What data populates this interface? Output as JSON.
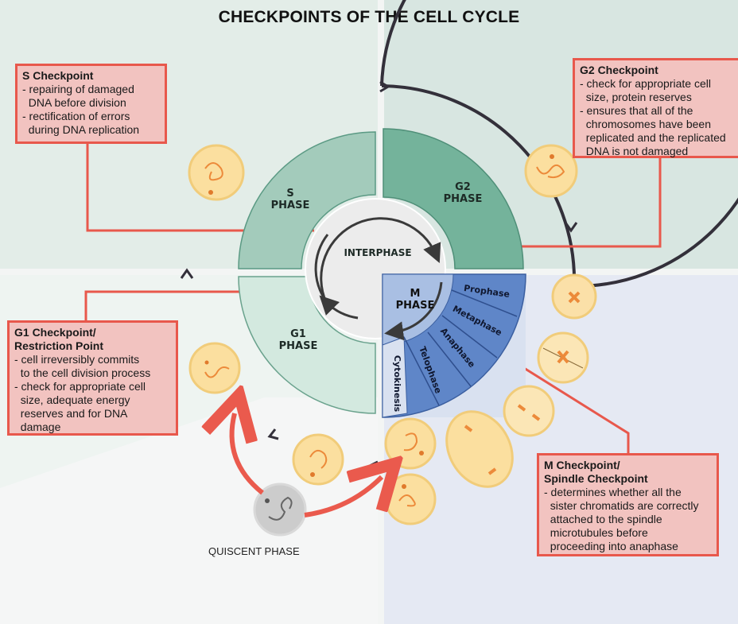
{
  "title": "CHECKPOINTS OF THE CELL CYCLE",
  "phases": {
    "s": [
      "S",
      "PHASE"
    ],
    "g2": [
      "G2",
      "PHASE"
    ],
    "g1": [
      "G1",
      "PHASE"
    ],
    "m": [
      "M",
      "PHASE"
    ],
    "interphase": "INTERPHASE",
    "mitosis_stages": [
      "Prophase",
      "Metaphase",
      "Anaphase",
      "Telophase",
      "Cytokinesis"
    ]
  },
  "checkpoints": {
    "s": {
      "heading": "S Checkpoint",
      "lines": [
        "- repairing of damaged",
        "  DNA before division",
        "- rectification of errors",
        "  during DNA replication"
      ]
    },
    "g2": {
      "heading": "G2 Checkpoint",
      "lines": [
        "- check for appropriate cell",
        "  size, protein reserves",
        "- ensures that all of the",
        "  chromosomes have been",
        "  replicated and the replicated",
        "  DNA is not damaged"
      ]
    },
    "g1": {
      "heading": [
        "G1 Checkpoint/",
        "Restriction Point"
      ],
      "lines": [
        "- cell irreversibly commits",
        "  to the cell division process",
        "- check for appropriate cell",
        "  size, adequate energy",
        "  reserves and for DNA",
        "  damage"
      ]
    },
    "m": {
      "heading": [
        "M Checkpoint/",
        "Spindle Checkpoint"
      ],
      "lines": [
        "- determines whether all the",
        "  sister chromatids are correctly",
        "  attached to the spindle",
        "  microtubules before",
        "  proceeding into anaphase"
      ]
    }
  },
  "quiescent_label": "QUISCENT PHASE",
  "colors": {
    "checkpoint_fill": "#f2c3c0",
    "checkpoint_border": "#e8584c",
    "s_phase": "#a3cbbb",
    "g2_phase": "#74b39b",
    "g1_phase": "#cfe6dc",
    "m_phase": "#5f86c8",
    "cell": "#fbdf9f"
  }
}
